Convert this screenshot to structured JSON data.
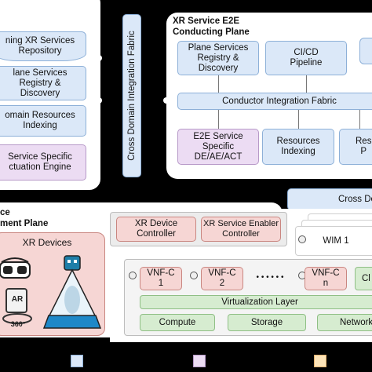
{
  "left_repo": {
    "services_repository": "ning XR Services\nRepository",
    "plane_services": "lane Services\nRegistry &\nDiscovery",
    "domain_resources": "omain Resources\nIndexing",
    "actuation_engine": "Service Specific\nctuation Engine"
  },
  "cross_domain_fabric_vertical": "Cross Domain Integration Fabric",
  "e2e_plane": {
    "title_line1": "XR Service E2E",
    "title_line2": "Conducting Plane",
    "plane_services": "Plane Services\nRegistry &\nDiscovery",
    "cicd": "CI/CD\nPipeline",
    "conductor_fabric": "Conductor Integration Fabric",
    "e2e_specific": "E2E Service\nSpecific\nDE/AE/ACT",
    "resources_indexing": "Resources\nIndexing",
    "res_partial": "Res\nP"
  },
  "cross_domain_fabric_horizontal": "Cross Do",
  "mgmt_plane": {
    "title_line1": "ce",
    "title_line2": "ment Plane",
    "xr_devices_title": "XR Devices",
    "device_controller": "XR Device\nController",
    "enabler_controller": "XR Service Enabler\nController",
    "wim": "WIM 1",
    "vnf_1": "VNF-C\n1",
    "vnf_2": "VNF-C\n2",
    "vnf_n": "VNF-C\nn",
    "vnf_ellipsis": "• • • • • •",
    "cl_partial": "Cl",
    "virtualization": "Virtualization Layer",
    "compute": "Compute",
    "storage": "Storage",
    "network": "Network",
    "ar_label": "AR",
    "deg_label": "360°"
  },
  "colors": {
    "blue_fill": "#dbe8f8",
    "pink_fill": "#f6d6d4",
    "green_fill": "#d6ecd0",
    "legend_orange": "#fde4b8"
  }
}
